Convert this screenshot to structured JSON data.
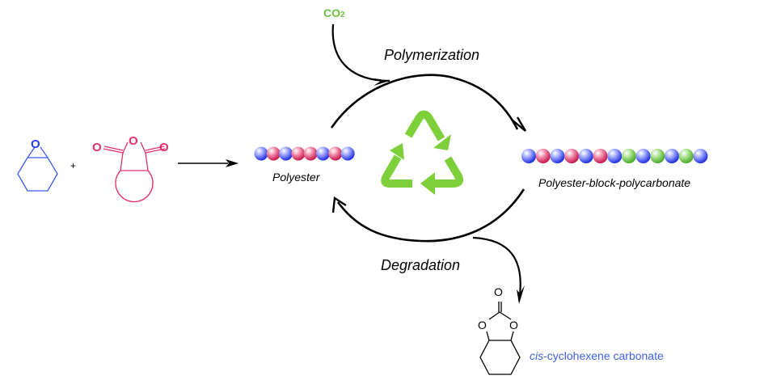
{
  "title": "Polymerization / Degradation recycling scheme",
  "colors": {
    "epoxide": "#3a5af0",
    "anhydride": "#e0306a",
    "co2": "#6cc03a",
    "recycle": "#7ed03a",
    "product": "#3f63e8",
    "arrow": "#000000"
  },
  "reactants": {
    "epoxide": {
      "name": "cyclohexene oxide",
      "atom_label": "O"
    },
    "plus": "+",
    "anhydride": {
      "name": "cyclic anhydride",
      "atom_labels": [
        "O",
        "O",
        "O"
      ]
    }
  },
  "co2_label": {
    "main": "CO",
    "sub": "2"
  },
  "polymerization_label": "Polymerization",
  "degradation_label": "Degradation",
  "polyester": {
    "label": "Polyester",
    "beads": [
      "blue",
      "pink",
      "blue",
      "pink",
      "pink",
      "blue",
      "pink",
      "blue"
    ]
  },
  "block_copolymer": {
    "label": "Polyester-block-polycarbonate",
    "beads": [
      "blue",
      "pink",
      "blue",
      "pink",
      "blue",
      "pink",
      "blue",
      "green",
      "blue",
      "green",
      "blue",
      "green",
      "blue"
    ]
  },
  "product": {
    "label_italic": "cis",
    "label_rest": "-cyclohexene carbonate",
    "atom_labels": [
      "O",
      "O",
      "O"
    ]
  },
  "recycle_icon": "recycle-icon"
}
